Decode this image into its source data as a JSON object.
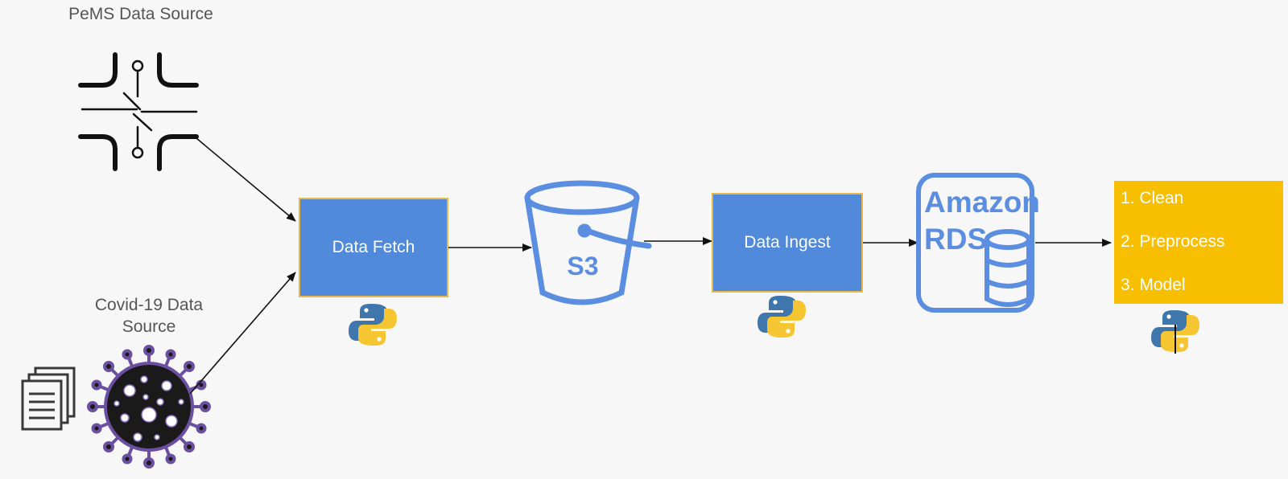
{
  "sources": {
    "pems_label": "PeMS Data Source",
    "covid_label_line1": "Covid-19 Data",
    "covid_label_line2": "Source"
  },
  "nodes": {
    "data_fetch": "Data Fetch",
    "s3": "S3",
    "data_ingest": "Data Ingest",
    "rds_line1": "Amazon",
    "rds_line2": "RDS"
  },
  "steps": [
    "1. Clean",
    "2. Preprocess",
    "3. Model"
  ],
  "colors": {
    "process_box": "#5189db",
    "process_border": "#e8b84a",
    "aws_blue": "#5b8ee0",
    "steps_box": "#f8be00",
    "python_blue": "#3f77ad",
    "python_yellow": "#f6c632",
    "virus": "#1a1a1a",
    "virus_glow": "#6b4fa0"
  },
  "icons": {
    "pems": "road-intersection-icon",
    "covid": "virus-icon",
    "documents": "documents-icon",
    "s3": "s3-bucket-icon",
    "rds": "database-icon",
    "python": "python-logo-icon"
  }
}
